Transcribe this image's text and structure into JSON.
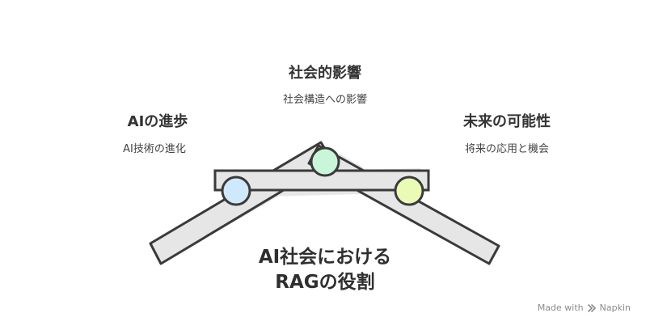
{
  "nodes": {
    "left": {
      "title": "AIの進歩",
      "subtitle": "AI技術の進化",
      "color": "#cfe8fb"
    },
    "top": {
      "title": "社会的影響",
      "subtitle": "社会構造への影響",
      "color": "#c9f5d8"
    },
    "right": {
      "title": "未来の可能性",
      "subtitle": "将来の応用と機会",
      "color": "#eafbb8"
    }
  },
  "center": {
    "line1": "AI社会における",
    "line2": "RAGの役割"
  },
  "brand": {
    "prefix": "Made with",
    "name": "Napkin",
    "icon": "napkin-logo-icon"
  },
  "colors": {
    "stroke": "#3a3a3a",
    "bar_fill": "#e6e6e6",
    "shadow": "#d4d4d4"
  }
}
